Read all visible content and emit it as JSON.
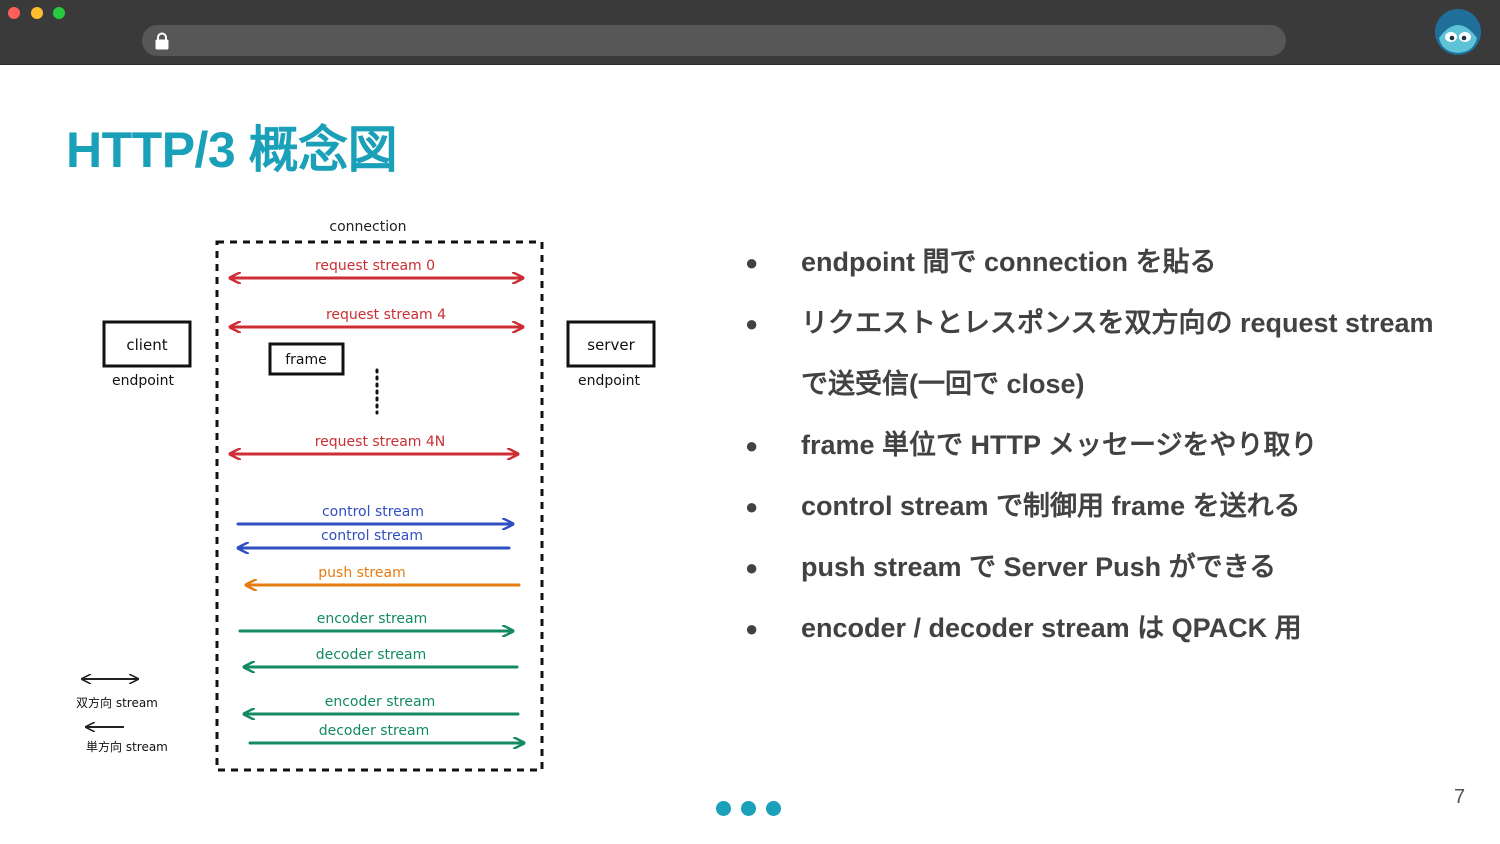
{
  "slide": {
    "title": "HTTP/3 概念図",
    "page_number": "7",
    "accent_color": "#1aa0b8"
  },
  "diagram": {
    "connection_label": "connection",
    "client_label": "client",
    "client_sub": "endpoint",
    "server_label": "server",
    "server_sub": "endpoint",
    "frame_label": "frame",
    "streams": [
      {
        "label": "request stream 0",
        "color": "#cc2e33",
        "direction": "bidirectional"
      },
      {
        "label": "request stream 4",
        "color": "#cc2e33",
        "direction": "bidirectional"
      },
      {
        "label": "request stream 4N",
        "color": "#cc2e33",
        "direction": "bidirectional"
      },
      {
        "label": "control stream",
        "color": "#2f4fc2",
        "direction": "right"
      },
      {
        "label": "control stream",
        "color": "#2f4fc2",
        "direction": "left"
      },
      {
        "label": "push stream",
        "color": "#e57c12",
        "direction": "left"
      },
      {
        "label": "encoder stream",
        "color": "#138a5f",
        "direction": "right"
      },
      {
        "label": "decoder stream",
        "color": "#138a5f",
        "direction": "left"
      },
      {
        "label": "encoder stream",
        "color": "#138a5f",
        "direction": "left"
      },
      {
        "label": "decoder stream",
        "color": "#138a5f",
        "direction": "right"
      }
    ],
    "legend": {
      "bidirectional": "双方向 stream",
      "unidirectional": "単方向 stream"
    }
  },
  "bullets": {
    "marker": "●",
    "items": [
      "endpoint 間で connection を貼る",
      "リクエストとレスポンスを双方向の request stream で送受信(一回で close)",
      "frame 単位で HTTP メッセージをやり取り",
      "control stream で制御用 frame を送れる",
      "push stream で Server Push ができる",
      "encoder / decoder stream は QPACK 用"
    ]
  },
  "icons": {
    "lock": "lock-icon",
    "avatar": "avatar-icon"
  }
}
